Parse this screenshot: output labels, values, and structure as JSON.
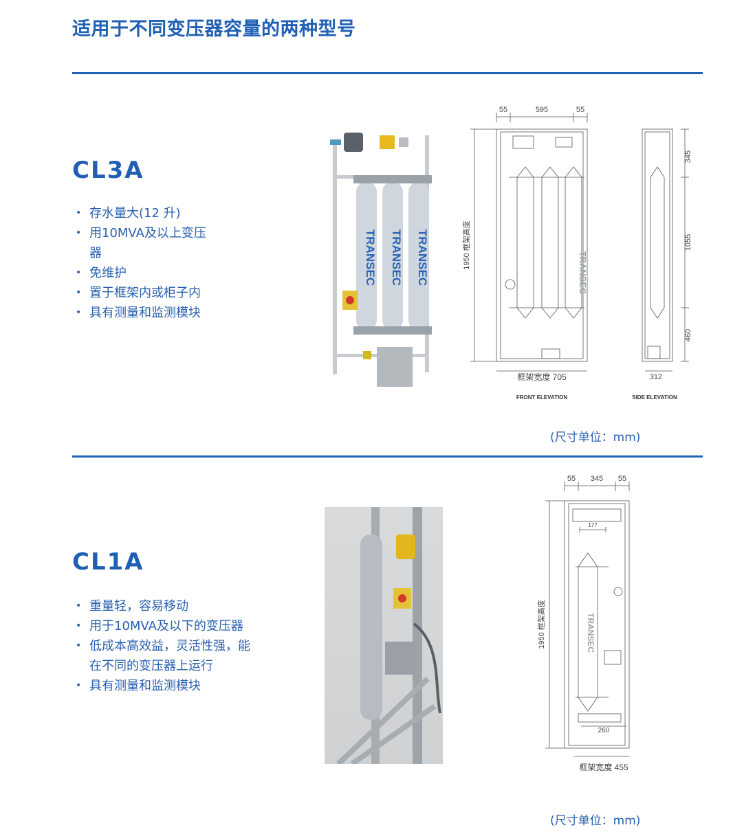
{
  "page_title": "适用于不同变压器容量的两种型号",
  "cl3a": {
    "model": "CL3A",
    "features": [
      "存水量大(12 升)",
      "用10MVA及以上变压器",
      "免维护",
      "置于框架内或柜子内",
      "具有测量和监测模块"
    ],
    "unit_note": "(尺寸单位：mm)",
    "product_brand": "TRANSEC",
    "drawing": {
      "dim_top": [
        "55",
        "595",
        "55"
      ],
      "frame_height": "1950 框架高度",
      "frame_width": "框架宽度 705",
      "front_label": "FRONT ELEVATION",
      "side_label": "SIDE ELEVATION",
      "side_dims": [
        "345",
        "1055",
        "460"
      ],
      "side_width": "312"
    }
  },
  "cl1a": {
    "model": "CL1A",
    "features": [
      "重量轻，容易移动",
      "用于10MVA及以下的变压器",
      "低成本高效益，灵活性强，能在不同的变压器上运行",
      "具有测量和监测模块"
    ],
    "unit_note": "(尺寸单位：mm)",
    "drawing": {
      "dim_top": [
        "55",
        "345",
        "55"
      ],
      "dim_inner_top": "177",
      "dim_inner_bottom": "260",
      "frame_height": "1950 框架高度",
      "frame_width": "框架宽度 455"
    }
  },
  "colors": {
    "accent": "#1f5fb4",
    "text": "#2860b0"
  }
}
